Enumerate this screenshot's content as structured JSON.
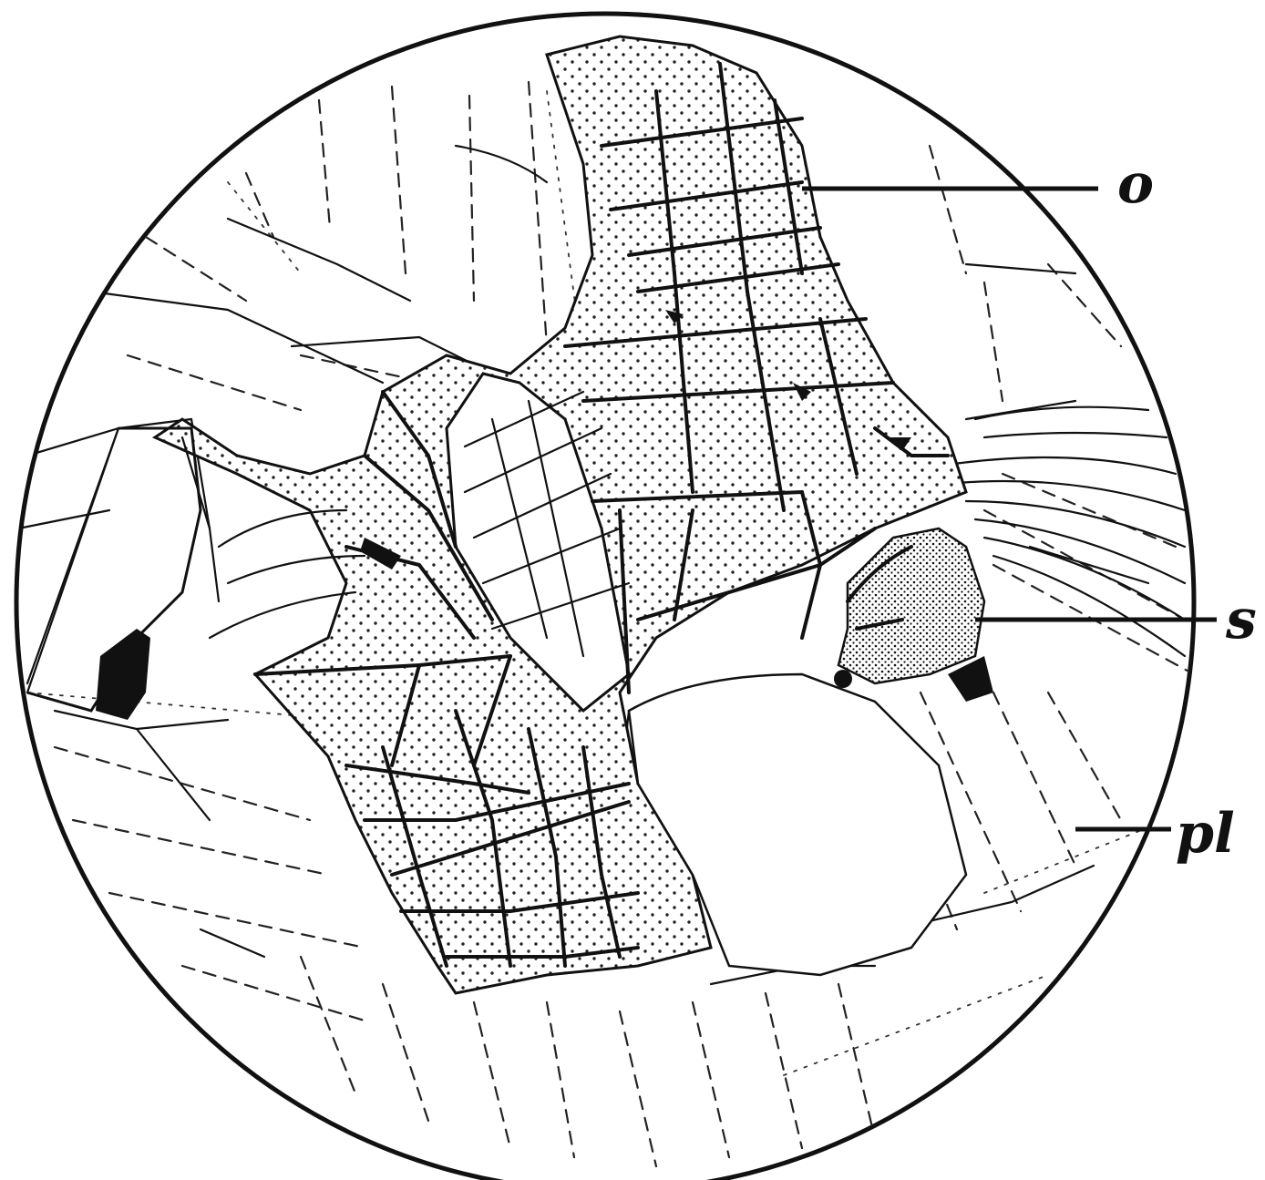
{
  "labels": {
    "o": "o",
    "s": "s",
    "pl": "pl"
  },
  "colors": {
    "ink": "#111111",
    "paper": "#ffffff"
  }
}
